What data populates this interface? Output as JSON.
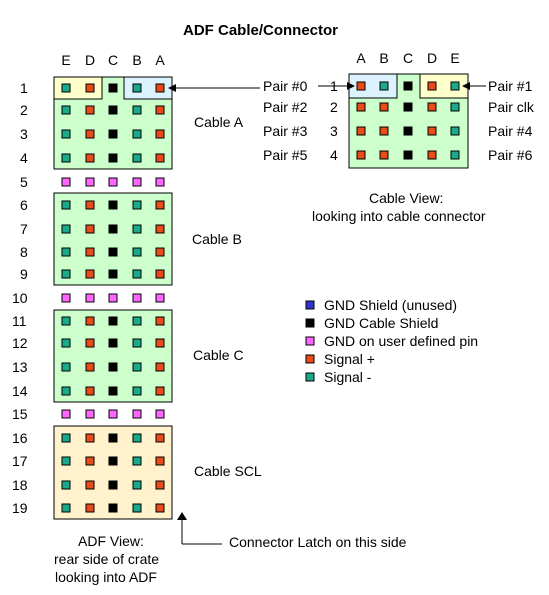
{
  "title": "ADF Cable/Connector",
  "adf": {
    "col_labels": [
      "E",
      "D",
      "C",
      "B",
      "A"
    ],
    "row_labels": [
      "1",
      "2",
      "3",
      "4",
      "5",
      "6",
      "7",
      "8",
      "9",
      "10",
      "11",
      "12",
      "13",
      "14",
      "15",
      "16",
      "17",
      "18",
      "19"
    ],
    "cable_labels": [
      "Cable A",
      "Cable B",
      "Cable C",
      "Cable SCL"
    ],
    "caption": [
      "ADF View:",
      "rear side of crate",
      "looking into ADF"
    ],
    "latch_label": "Connector Latch on this side",
    "signal_row": [
      "minus",
      "plus",
      "shield",
      "minus",
      "plus"
    ],
    "pair_row": [
      "minus",
      "plus",
      "shield",
      "minus",
      "plus"
    ],
    "gnd_row": [
      "user",
      "user",
      "user",
      "user",
      "user"
    ]
  },
  "cable": {
    "col_labels": [
      "A",
      "B",
      "C",
      "D",
      "E"
    ],
    "row_numbers": [
      "1",
      "2",
      "3",
      "4"
    ],
    "left_pairs": [
      "Pair #0",
      "Pair #2",
      "Pair #3",
      "Pair #5"
    ],
    "right_pairs": [
      "Pair #1",
      "Pair clk",
      "Pair #4",
      "Pair #6"
    ],
    "caption": [
      "Cable View:",
      "looking into cable connector"
    ],
    "top_row": [
      "plus",
      "minus",
      "shield",
      "plus",
      "minus"
    ],
    "row": [
      "plus",
      "plus",
      "shield",
      "plus",
      "minus"
    ]
  },
  "legend": [
    {
      "key": "gnd_shield",
      "label": "GND Shield (unused)",
      "color": "#3333cc"
    },
    {
      "key": "shield",
      "label": "GND Cable Shield",
      "color": "#000000"
    },
    {
      "key": "user",
      "label": "GND on user defined pin",
      "color": "#ff66ff"
    },
    {
      "key": "plus",
      "label": "Signal +",
      "color": "#e84a1a"
    },
    {
      "key": "minus",
      "label": "Signal -",
      "color": "#1aaa8a"
    }
  ],
  "colors": {
    "green_block": "#ccffcc",
    "scl_block": "#fff2cc",
    "yellow_pair": "#ffffcc",
    "blue_pair": "#ddf2ff"
  }
}
